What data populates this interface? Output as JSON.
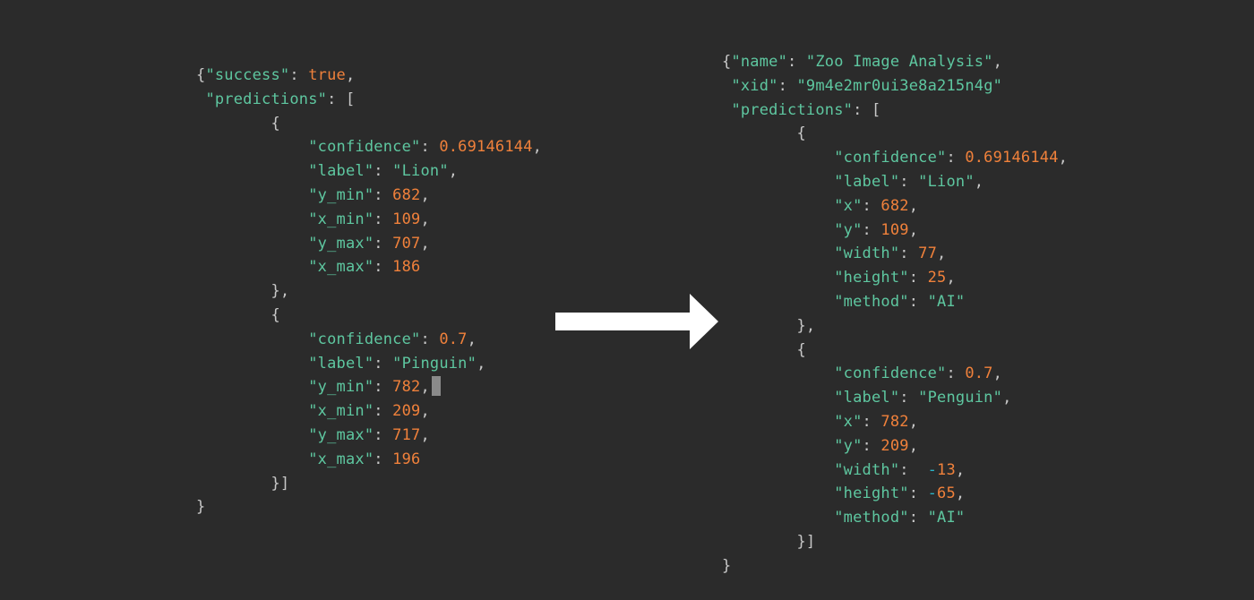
{
  "before": {
    "success_key": "\"success\"",
    "success_value": "true",
    "predictions_key": "\"predictions\"",
    "predictions": [
      {
        "confidence": "0.69146144",
        "label": "\"Lion\"",
        "y_min": "682",
        "x_min": "109",
        "y_max": "707",
        "x_max": "186"
      },
      {
        "confidence": "0.7",
        "label": "\"Pinguin\"",
        "y_min": "782",
        "x_min": "209",
        "y_max": "717",
        "x_max": "196"
      }
    ],
    "keys": {
      "confidence": "\"confidence\"",
      "label": "\"label\"",
      "y_min": "\"y_min\"",
      "x_min": "\"x_min\"",
      "y_max": "\"y_max\"",
      "x_max": "\"x_max\""
    }
  },
  "arrow": {
    "icon": "right-arrow-icon",
    "color": "#ffffff"
  },
  "after": {
    "name_key": "\"name\"",
    "name_value": "\"Zoo Image Analysis\"",
    "xid_key": "\"xid\"",
    "xid_value": "\"9m4e2mr0ui3e8a215n4g\"",
    "predictions_key": "\"predictions\"",
    "keys": {
      "confidence": "\"confidence\"",
      "label": "\"label\"",
      "x": "\"x\"",
      "y": "\"y\"",
      "width": "\"width\"",
      "height": "\"height\"",
      "method": "\"method\""
    },
    "predictions": [
      {
        "confidence": "0.69146144",
        "label": "\"Lion\"",
        "x": "682",
        "y": "109",
        "width": "77",
        "height": "25",
        "method": "\"AI\""
      },
      {
        "confidence": "0.7",
        "label": "\"Penguin\"",
        "x": "782",
        "y": "209",
        "width_sign": "-",
        "width": "13",
        "height_sign": "-",
        "height": "65",
        "method": "\"AI\""
      }
    ]
  },
  "colors": {
    "background": "#2b2b2b",
    "key_string": "#5ec7a0",
    "number": "#f0813b",
    "punctuation": "#c8c8c8",
    "minus_sign": "#2ab5c8",
    "cursor": "#8a8a8a"
  }
}
